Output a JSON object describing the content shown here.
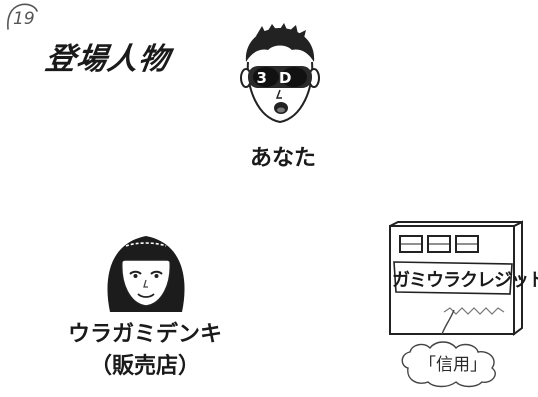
{
  "page": {
    "number": "19",
    "title": "登場人物"
  },
  "characters": {
    "you": {
      "label": "あなた",
      "glasses_text": "3D",
      "icon": "face-with-3d-glasses-icon"
    },
    "seller": {
      "name": "ウラガミデンキ",
      "role": "（販売店）",
      "icon": "woman-face-icon"
    },
    "register": {
      "label": "ガミウラクレジット",
      "credit": "「信用」",
      "icon": "cash-register-icon"
    }
  }
}
